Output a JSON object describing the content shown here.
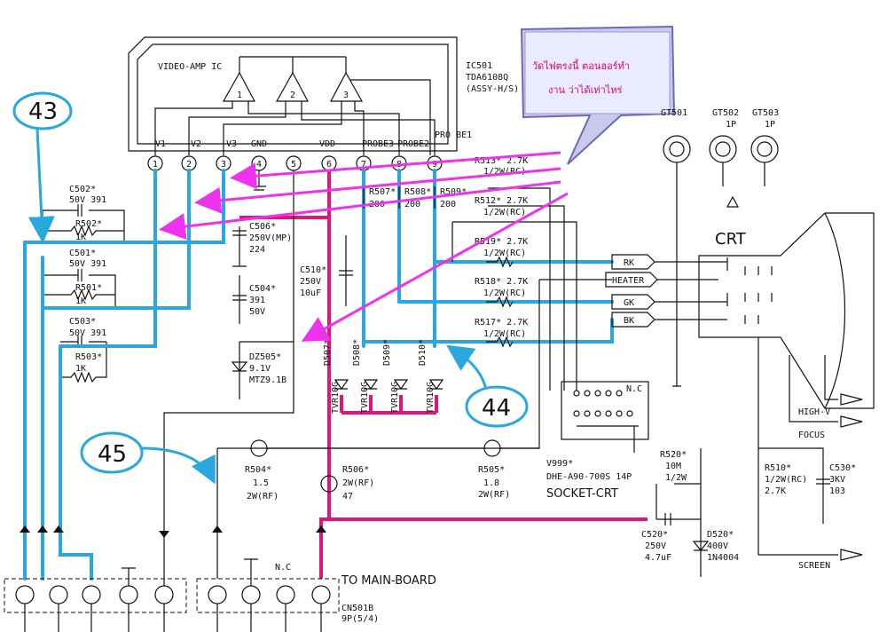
{
  "ic": {
    "title": "VIDEO-AMP IC",
    "ref": "IC501",
    "part": "TDA6108Q",
    "assy": "(ASSY-H/S)",
    "amps": [
      "1",
      "2",
      "3"
    ],
    "pins": [
      {
        "num": "1",
        "label": "V1"
      },
      {
        "num": "2",
        "label": "V2"
      },
      {
        "num": "3",
        "label": "V3"
      },
      {
        "num": "4",
        "label": "GND"
      },
      {
        "num": "5",
        "label": ""
      },
      {
        "num": "6",
        "label": "VDD"
      },
      {
        "num": "7",
        "label": "PROBE3"
      },
      {
        "num": "8",
        "label": "PROBE2"
      },
      {
        "num": "9",
        "label": "PRO BE1"
      }
    ]
  },
  "note": {
    "line1": "วัดไฟตรงนี้ ตอนฮอร์ทำ",
    "line2": "งาน ว่าได้เท่าไหร่"
  },
  "callouts": {
    "c43": "43",
    "c44": "44",
    "c45": "45"
  },
  "parts": {
    "c502": [
      "C502*",
      "50V 391"
    ],
    "r502": [
      "R502*",
      "1K"
    ],
    "c501": [
      "C501*",
      "50V 391"
    ],
    "r501": [
      "R501*",
      "1K"
    ],
    "c503": [
      "C503*",
      "50V 391"
    ],
    "r503": [
      "R503*",
      "1K"
    ],
    "c506": [
      "C506*",
      "250V(MP)",
      "224"
    ],
    "c504": [
      "C504*",
      "391",
      "50V"
    ],
    "c510": [
      "C510*",
      "250V",
      "10uF"
    ],
    "dz505": [
      "DZ505*",
      "9.1V",
      "MTZ9.1B"
    ],
    "r507": [
      "R507*",
      "200"
    ],
    "r508": [
      "R508*",
      "200"
    ],
    "r509": [
      "R509*",
      "200"
    ],
    "r513": [
      "R513* 2.7K",
      "1/2W(RC)"
    ],
    "r512": [
      "R512* 2.7K",
      "1/2W(RC)"
    ],
    "r519": [
      "R519* 2.7K",
      "1/2W(RC)"
    ],
    "r518": [
      "R518* 2.7K",
      "1/2W(RC)"
    ],
    "r517": [
      "R517* 2.7K",
      "1/2W(RC)"
    ],
    "diodes": [
      "D507*",
      "D508*",
      "D509*",
      "D510*"
    ],
    "tvr": "TVR10G",
    "r504": [
      "R504*",
      "1.5",
      "2W(RF)"
    ],
    "r506": [
      "R506*",
      "2W(RF)",
      "47"
    ],
    "r505": [
      "R505*",
      "1.8",
      "2W(RF)"
    ],
    "v999": [
      "V999*",
      "DHE-A90-700S 14P",
      "SOCKET-CRT"
    ],
    "nc": "N.C",
    "r520": [
      "R520*",
      "10M",
      "1/2W"
    ],
    "c520": [
      "C520*",
      "250V",
      "4.7uF"
    ],
    "d520": [
      "D520*",
      "400V",
      "1N4004"
    ],
    "r510": [
      "R510*",
      "1/2W(RC)",
      "2.7K"
    ],
    "c530": [
      "C530*",
      "3KV",
      "103"
    ],
    "gt": [
      [
        "GT501",
        ""
      ],
      [
        "GT502",
        "1P"
      ],
      [
        "GT503",
        "1P"
      ]
    ]
  },
  "crt": {
    "label": "CRT",
    "tags": [
      "RK",
      "HEATER",
      "GK",
      "BK"
    ]
  },
  "outputs": {
    "highv": "HIGH-V",
    "focus": "FOCUS",
    "screen": "SCREEN"
  },
  "connector": {
    "to": "TO MAIN-BOARD",
    "ref": "CN501B",
    "spec": "9P(5/4)",
    "nc": "N.C"
  }
}
